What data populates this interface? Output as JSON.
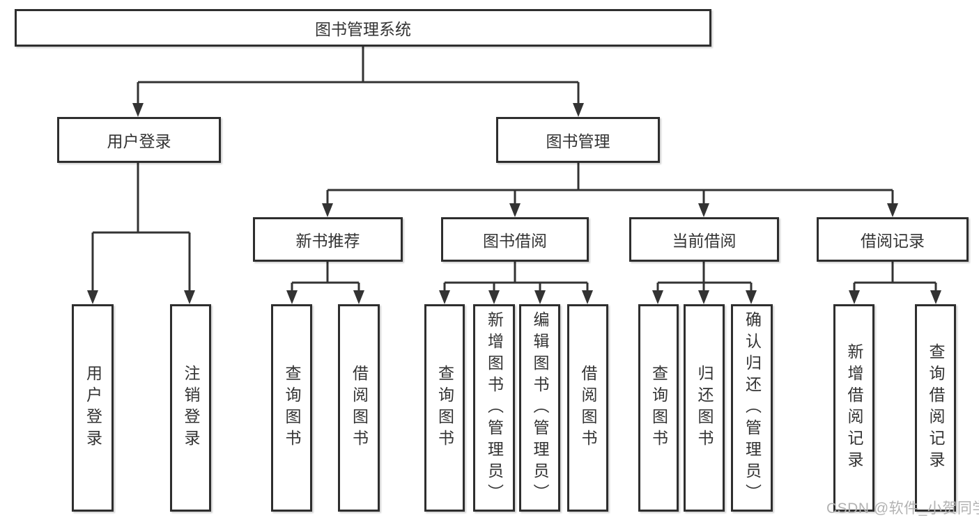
{
  "diagram": {
    "title": "图书管理系统",
    "nodes": {
      "root": "图书管理系统",
      "user_login": "用户登录",
      "book_management": "图书管理",
      "new_book_recommend": "新书推荐",
      "book_borrow": "图书借阅",
      "current_borrow": "当前借阅",
      "borrow_records": "借阅记录",
      "leaf_user_login": "用户登录",
      "leaf_logout": "注销登录",
      "leaf_rec_query_books": "查询图书",
      "leaf_rec_borrow_books": "借阅图书",
      "leaf_bb_query_books": "查询图书",
      "leaf_bb_add_books": "新增图书（管理员）",
      "leaf_bb_edit_books": "编辑图书（管理员）",
      "leaf_bb_borrow_books": "借阅图书",
      "leaf_cb_query_books": "查询图书",
      "leaf_cb_return_books": "归还图书",
      "leaf_cb_confirm_return": "确认归还（管理员）",
      "leaf_br_add_record": "新增借阅记录",
      "leaf_br_query_record": "查询借阅记录"
    },
    "colors": {
      "line": "#333333",
      "box_border": "#2e2e2e",
      "text": "#333333",
      "watermark_text": "#b2b2b2",
      "background": "#ffffff"
    }
  },
  "watermark": "CSDN @软件_小贺同学"
}
